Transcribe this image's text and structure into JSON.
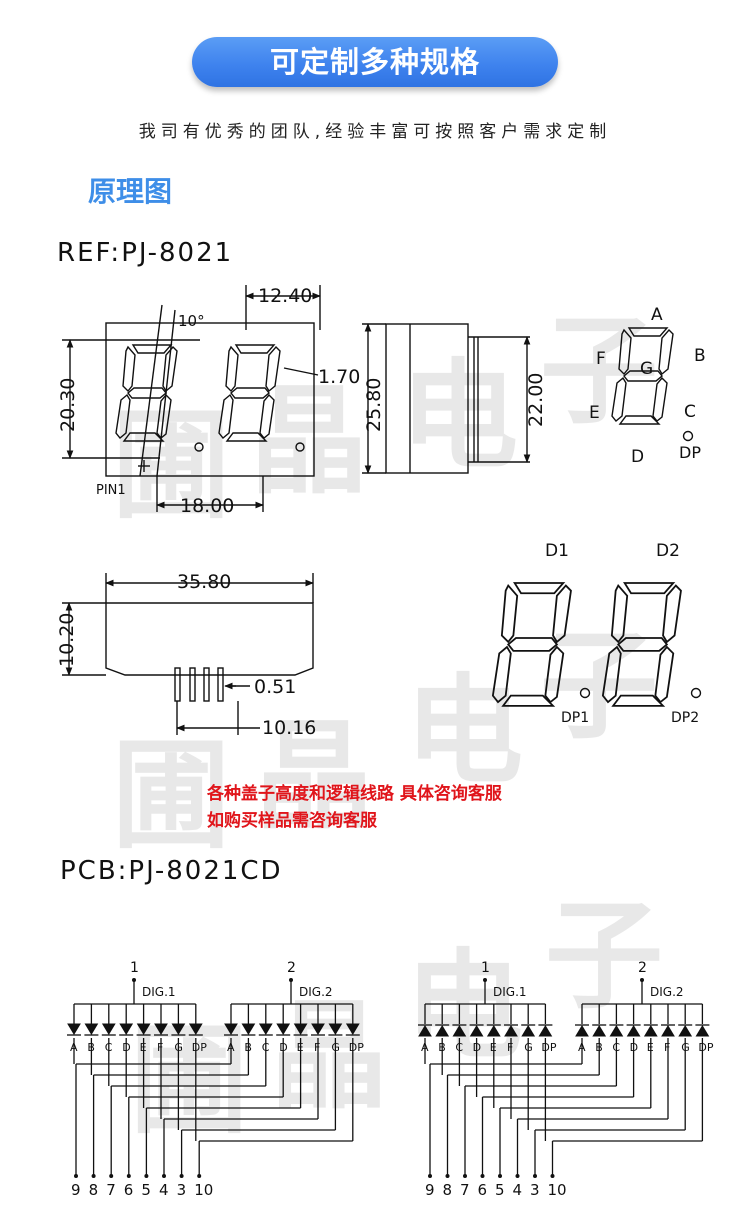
{
  "banner": {
    "title": "可定制多种规格"
  },
  "subtitle": "我司有优秀的团队,经验丰富可按照客户需求定制",
  "section_title": "原理图",
  "ref_label": "REF:PJ-8021",
  "pcb_label": "PCB:PJ-8021CD",
  "watermark": [
    "圃",
    "晶",
    "电",
    "子"
  ],
  "notes": {
    "line1": "各种盖子高度和逻辑线路 具体咨询客服",
    "line2": "如购买样品需咨询客服"
  },
  "dimensions": {
    "d_12_40": "12.40",
    "d_10deg": "10°",
    "d_1_70": "1.70",
    "d_20_30": "20.30",
    "d_18_00": "18.00",
    "pin1": "PIN1",
    "d_25_80": "25.80",
    "d_22_00": "22.00",
    "d_35_80": "35.80",
    "d_10_20": "10.20",
    "d_0_51": "0.51",
    "d_10_16": "10.16"
  },
  "segment_labels": {
    "A": "A",
    "B": "B",
    "C": "C",
    "D": "D",
    "E": "E",
    "F": "F",
    "G": "G",
    "DP": "DP"
  },
  "digit_labels": {
    "d1": "D1",
    "d2": "D2",
    "dp1": "DP1",
    "dp2": "DP2"
  },
  "schematic": {
    "dig1": "DIG.1",
    "dig2": "DIG.2",
    "com1_pin": "1",
    "com2_pin": "2",
    "segments": [
      "A",
      "B",
      "C",
      "D",
      "E",
      "F",
      "G",
      "DP"
    ],
    "pins": [
      "9",
      "8",
      "7",
      "6",
      "5",
      "4",
      "3",
      "10"
    ]
  },
  "colors": {
    "banner": "#3f83ee",
    "section_title": "#3e8ee8",
    "note": "#e0151b"
  }
}
